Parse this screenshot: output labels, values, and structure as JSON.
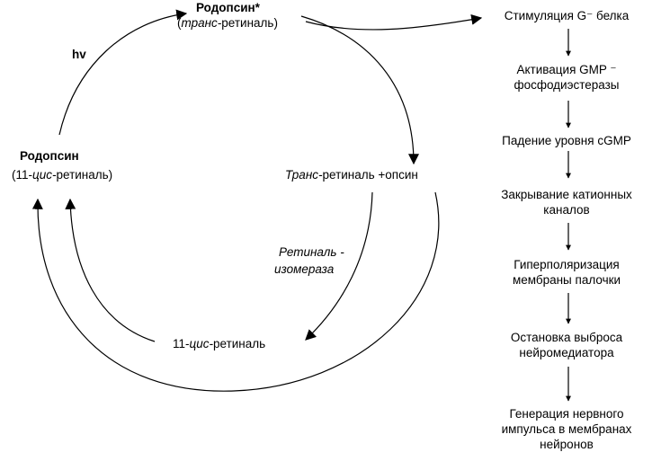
{
  "cycle": {
    "rhodopsin_star": "Родопсин*",
    "trans_retinal_paren": {
      "open": "(",
      "italic": "транс-",
      "rest": "ретиналь)"
    },
    "hv": "hv",
    "rhodopsin": "Родопсин",
    "cis_paren": {
      "pre": "(11-",
      "italic": "цис-",
      "rest": "ретиналь)"
    },
    "trans_plus_opsin": {
      "italic": "Транс-",
      "rest": "ретиналь +опсин"
    },
    "isomerase": {
      "line1": "Ретиналь -",
      "line2": "изомераза"
    },
    "cis_retinal": {
      "pre": "11-",
      "italic": "цис-",
      "rest": "ретиналь"
    }
  },
  "cascade": {
    "steps": [
      {
        "lines": [
          "Стимуляция G⁻ белка"
        ]
      },
      {
        "lines": [
          "Активация GMP ⁻",
          "фосфодиэстеразы"
        ]
      },
      {
        "lines": [
          "Падение уровня cGMP"
        ]
      },
      {
        "lines": [
          "Закрывание катионных",
          "каналов"
        ]
      },
      {
        "lines": [
          "Гиперполяризация",
          "мембраны палочки"
        ]
      },
      {
        "lines": [
          "Остановка выброса",
          "нейромедиатора"
        ]
      },
      {
        "lines": [
          "Генерация нервного",
          "импульса в мембранах",
          "нейронов"
        ]
      }
    ]
  },
  "colors": {
    "ink": "#000000",
    "background": "#ffffff"
  }
}
